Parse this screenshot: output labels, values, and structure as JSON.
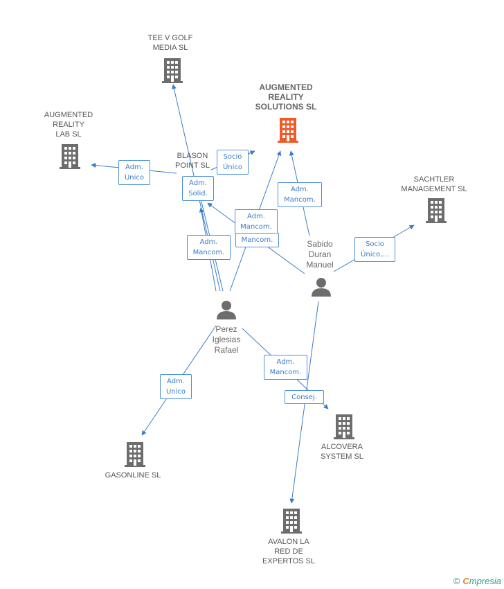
{
  "colors": {
    "company": "#6d6d6d",
    "focus": "#f05a28",
    "person": "#6d6d6d",
    "edge": "#3a7cc8"
  },
  "companies": {
    "tee_v_golf": "TEE V GOLF\nMEDIA SL",
    "augmented_solutions": "AUGMENTED\nREALITY\nSOLUTIONS SL",
    "augmented_lab": "AUGMENTED\nREALITY\nLAB SL",
    "blason": "BLASON\nPOINT SL",
    "sachtler": "SACHTLER\nMANAGEMENT SL",
    "alcovera": "ALCOVERA\nSYSTEM SL",
    "gasonline": "GASONLINE SL",
    "avalon": "AVALON LA\nRED DE\nEXPERTOS SL"
  },
  "people": {
    "sabido": "Sabido\nDuran\nManuel",
    "perez": "Perez\nIglesias\nRafael"
  },
  "relations": {
    "r1": "Adm.\nUnico",
    "r2": "Socio\nÚnico",
    "r3": "Adm.\nSolid.",
    "r4": "Adm.\nMancom.",
    "r5": "Adm.\nMancom.",
    "r6": "Mancom.",
    "r7": "Adm.\nMancom.",
    "r8": "Socio\nÚnico,...",
    "r9": "Adm.\nUnico",
    "r10": "Adm.\nMancom.",
    "r11": "Consej."
  },
  "footer": {
    "copyright": "©",
    "brand_e": "C",
    "brand_rest": "mpresia"
  }
}
